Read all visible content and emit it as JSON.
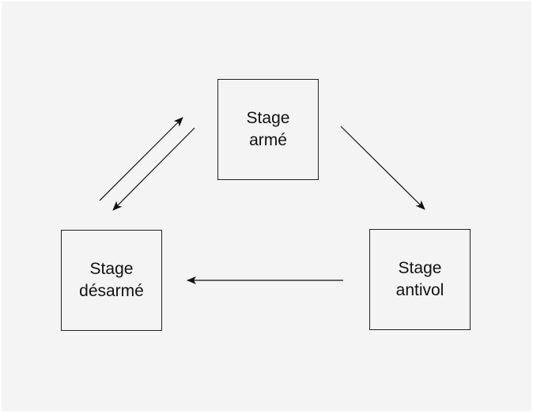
{
  "states": {
    "arme": {
      "line1": "Stage",
      "line2": "armé"
    },
    "desarme": {
      "line1": "Stage",
      "line2": "désarmé"
    },
    "antivol": {
      "line1": "Stage",
      "line2": "antivol"
    }
  },
  "transitions": [
    {
      "from": "Stage désarmé",
      "to": "Stage armé"
    },
    {
      "from": "Stage armé",
      "to": "Stage désarmé"
    },
    {
      "from": "Stage armé",
      "to": "Stage antivol"
    },
    {
      "from": "Stage antivol",
      "to": "Stage désarmé"
    }
  ],
  "colors": {
    "background": "#f3f4f3",
    "stroke": "#111111"
  }
}
